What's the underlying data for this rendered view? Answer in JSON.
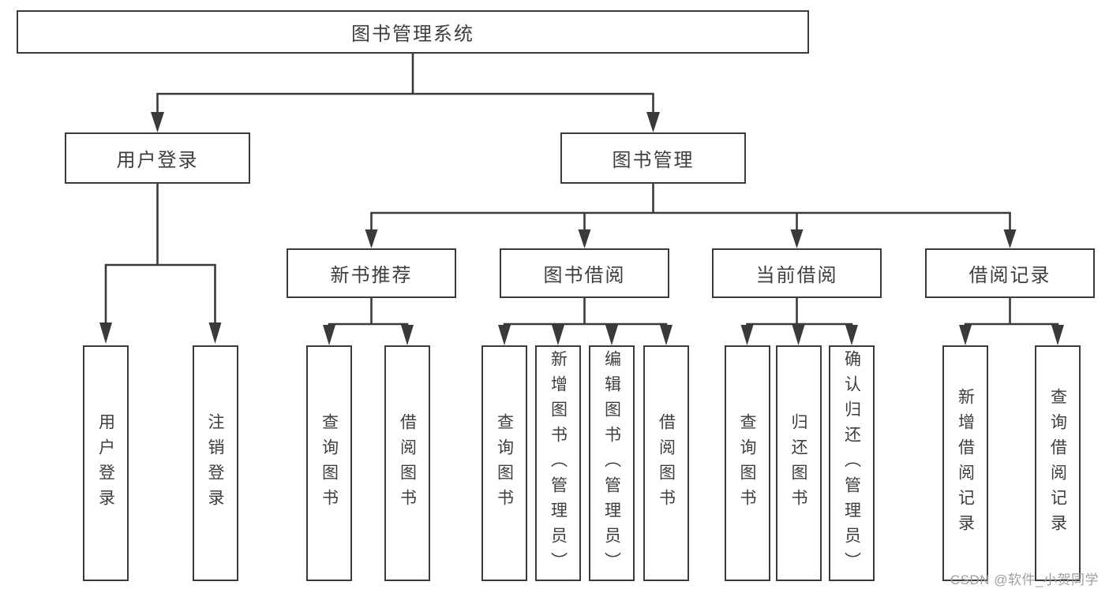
{
  "watermark": "CSDN @软件_小贺同学",
  "colors": {
    "line": "#3a3a3a",
    "text": "#3e3e3e",
    "background": "#ffffff",
    "watermark_text": "#9e9e9e"
  },
  "tree": {
    "label": "图书管理系统",
    "children": [
      {
        "label": "用户登录",
        "children": [
          {
            "label": "用户登录"
          },
          {
            "label": "注销登录"
          }
        ]
      },
      {
        "label": "图书管理",
        "children": [
          {
            "label": "新书推荐",
            "children": [
              {
                "label": "查询图书"
              },
              {
                "label": "借阅图书"
              }
            ]
          },
          {
            "label": "图书借阅",
            "children": [
              {
                "label": "查询图书"
              },
              {
                "label": "新增图书（管理员）"
              },
              {
                "label": "编辑图书（管理员）"
              },
              {
                "label": "借阅图书"
              }
            ]
          },
          {
            "label": "当前借阅",
            "children": [
              {
                "label": "查询图书"
              },
              {
                "label": "归还图书"
              },
              {
                "label": "确认归还（管理员）"
              }
            ]
          },
          {
            "label": "借阅记录",
            "children": [
              {
                "label": "新增借阅记录"
              },
              {
                "label": "查询借阅记录"
              }
            ]
          }
        ]
      }
    ]
  }
}
